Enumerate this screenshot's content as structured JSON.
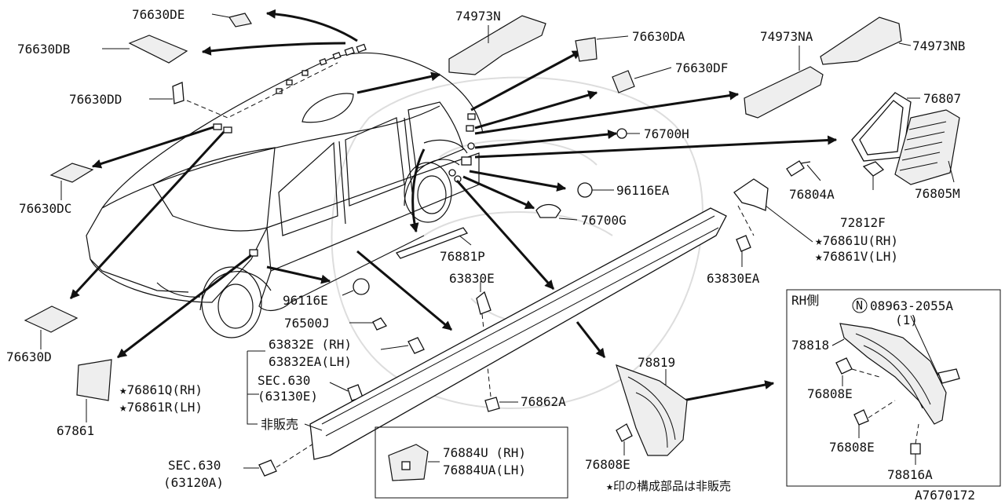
{
  "labels": {
    "p76630DE": "76630DE",
    "p76630DB": "76630DB",
    "p76630DD": "76630DD",
    "p76630DC": "76630DC",
    "p76630D": "76630D",
    "p67861": "67861",
    "p76861Q": "★76861Q(RH)",
    "p76861R": "★76861R(LH)",
    "p74973N": "74973N",
    "p76630DA": "76630DA",
    "p76630DF": "76630DF",
    "p74973NA": "74973NA",
    "p74973NB": "74973NB",
    "p76807": "76807",
    "p76700H": "76700H",
    "p96116EA": "96116EA",
    "p76700G": "76700G",
    "p76881P": "76881P",
    "p76804A": "76804A",
    "p76805M": "76805M",
    "p72812F": "72812F",
    "p76861U": "★76861U(RH)",
    "p76861V": "★76861V(LH)",
    "p63830EA": "63830EA",
    "p63830E": "63830E",
    "p96116E": "96116E",
    "p76500J": "76500J",
    "p63832E": "63832E (RH)",
    "p63832EA": "63832EA(LH)",
    "sec630a": "SEC.630",
    "sec63130E": "(63130E)",
    "hihanbai": "非販売",
    "sec630b": "SEC.630",
    "sec63120A": "(63120A)",
    "p76862A": "76862A",
    "p78819": "78819",
    "p76808E_main": "76808E",
    "p76884U": "76884U (RH)",
    "p76884UA": "76884UA(LH)",
    "note": "★印の構成部品は非販売",
    "rh_side": "RH側",
    "n_mark": "N",
    "p08963": "08963-2055A",
    "qty1": "(1)",
    "p78818": "78818",
    "p76808E_a": "76808E",
    "p76808E_b": "76808E",
    "p78816A": "78816A",
    "diagram_id": "A7670172"
  },
  "colors": {
    "ink": "#111111",
    "background": "#ffffff",
    "watermark": "#dddddd"
  }
}
